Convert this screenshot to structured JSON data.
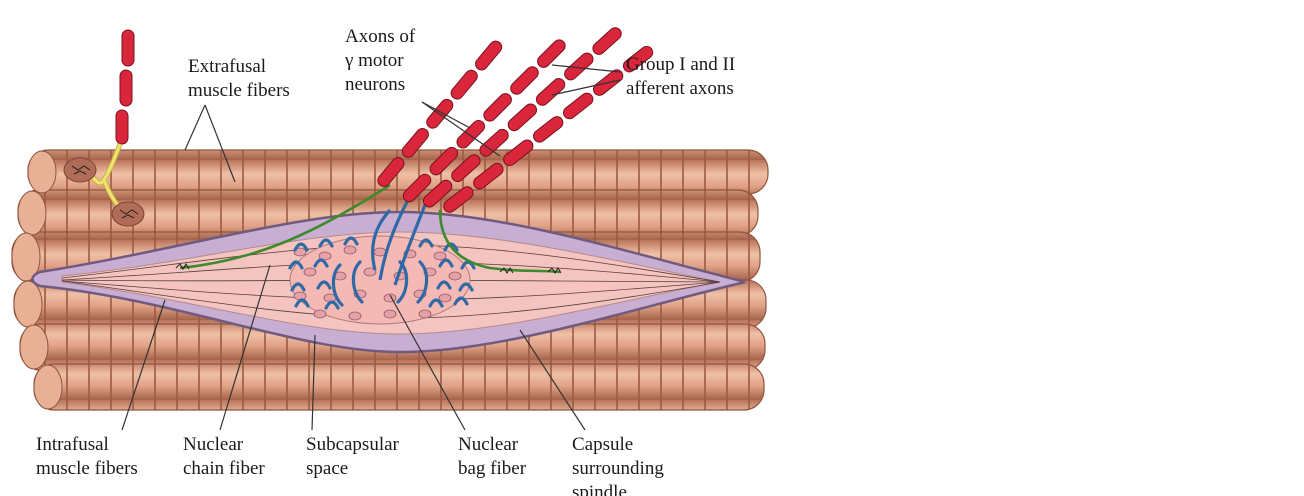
{
  "labels": {
    "extrafusal_line1": "Extrafusal",
    "extrafusal_line2": "muscle fibers",
    "axons_gamma_line1": "Axons of",
    "axons_gamma_line2": "γ motor",
    "axons_gamma_line3": "neurons",
    "group_afferent_line1": "Group I and II",
    "group_afferent_line2": "afferent axons",
    "intrafusal_line1": "Intrafusal",
    "intrafusal_line2": "muscle fibers",
    "nuclear_chain_line1": "Nuclear",
    "nuclear_chain_line2": "chain fiber",
    "subcapsular_line1": "Subcapsular",
    "subcapsular_line2": "space",
    "nuclear_bag_line1": "Nuclear",
    "nuclear_bag_line2": "bag fiber",
    "capsule_line1": "Capsule",
    "capsule_line2": "surrounding",
    "capsule_line3": "spindle"
  },
  "colors": {
    "muscle_fill": "#d9997d",
    "muscle_dark": "#a8654c",
    "capsule_fill": "#c9aed4",
    "capsule_edge": "#7a6389",
    "intrafusal_fill": "#f2c0c0",
    "axon_red": "#d9263a",
    "gamma_green": "#3d8a2a",
    "afferent_blue": "#2f6aa6",
    "yellow_axon": "#e8e06a"
  }
}
